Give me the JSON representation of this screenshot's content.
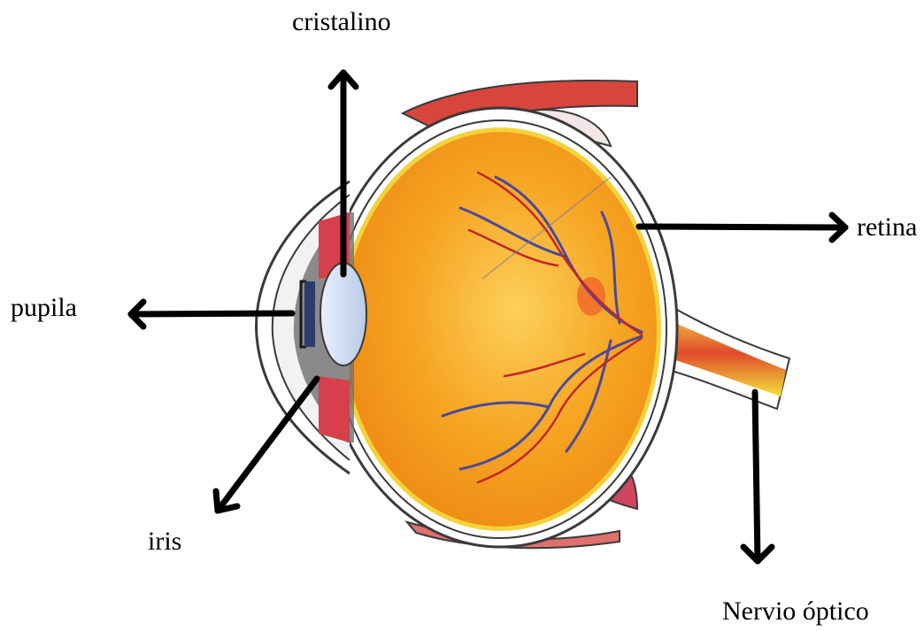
{
  "labels": {
    "cristalino": "cristalino",
    "retina": "retina",
    "pupila": "pupila",
    "iris": "iris",
    "nervio_optico": "Nervio óptico"
  },
  "colors": {
    "eyeball_orange": "#f59a1e",
    "eyeball_core": "#fbc04a",
    "sclera_outline": "#3a3a3a",
    "vessel_blue": "#4b4a9a",
    "vessel_red": "#c0262a",
    "muscle_red": "#d23a3a",
    "optic_yellow": "#f2e23c",
    "arrow": "#000000"
  }
}
